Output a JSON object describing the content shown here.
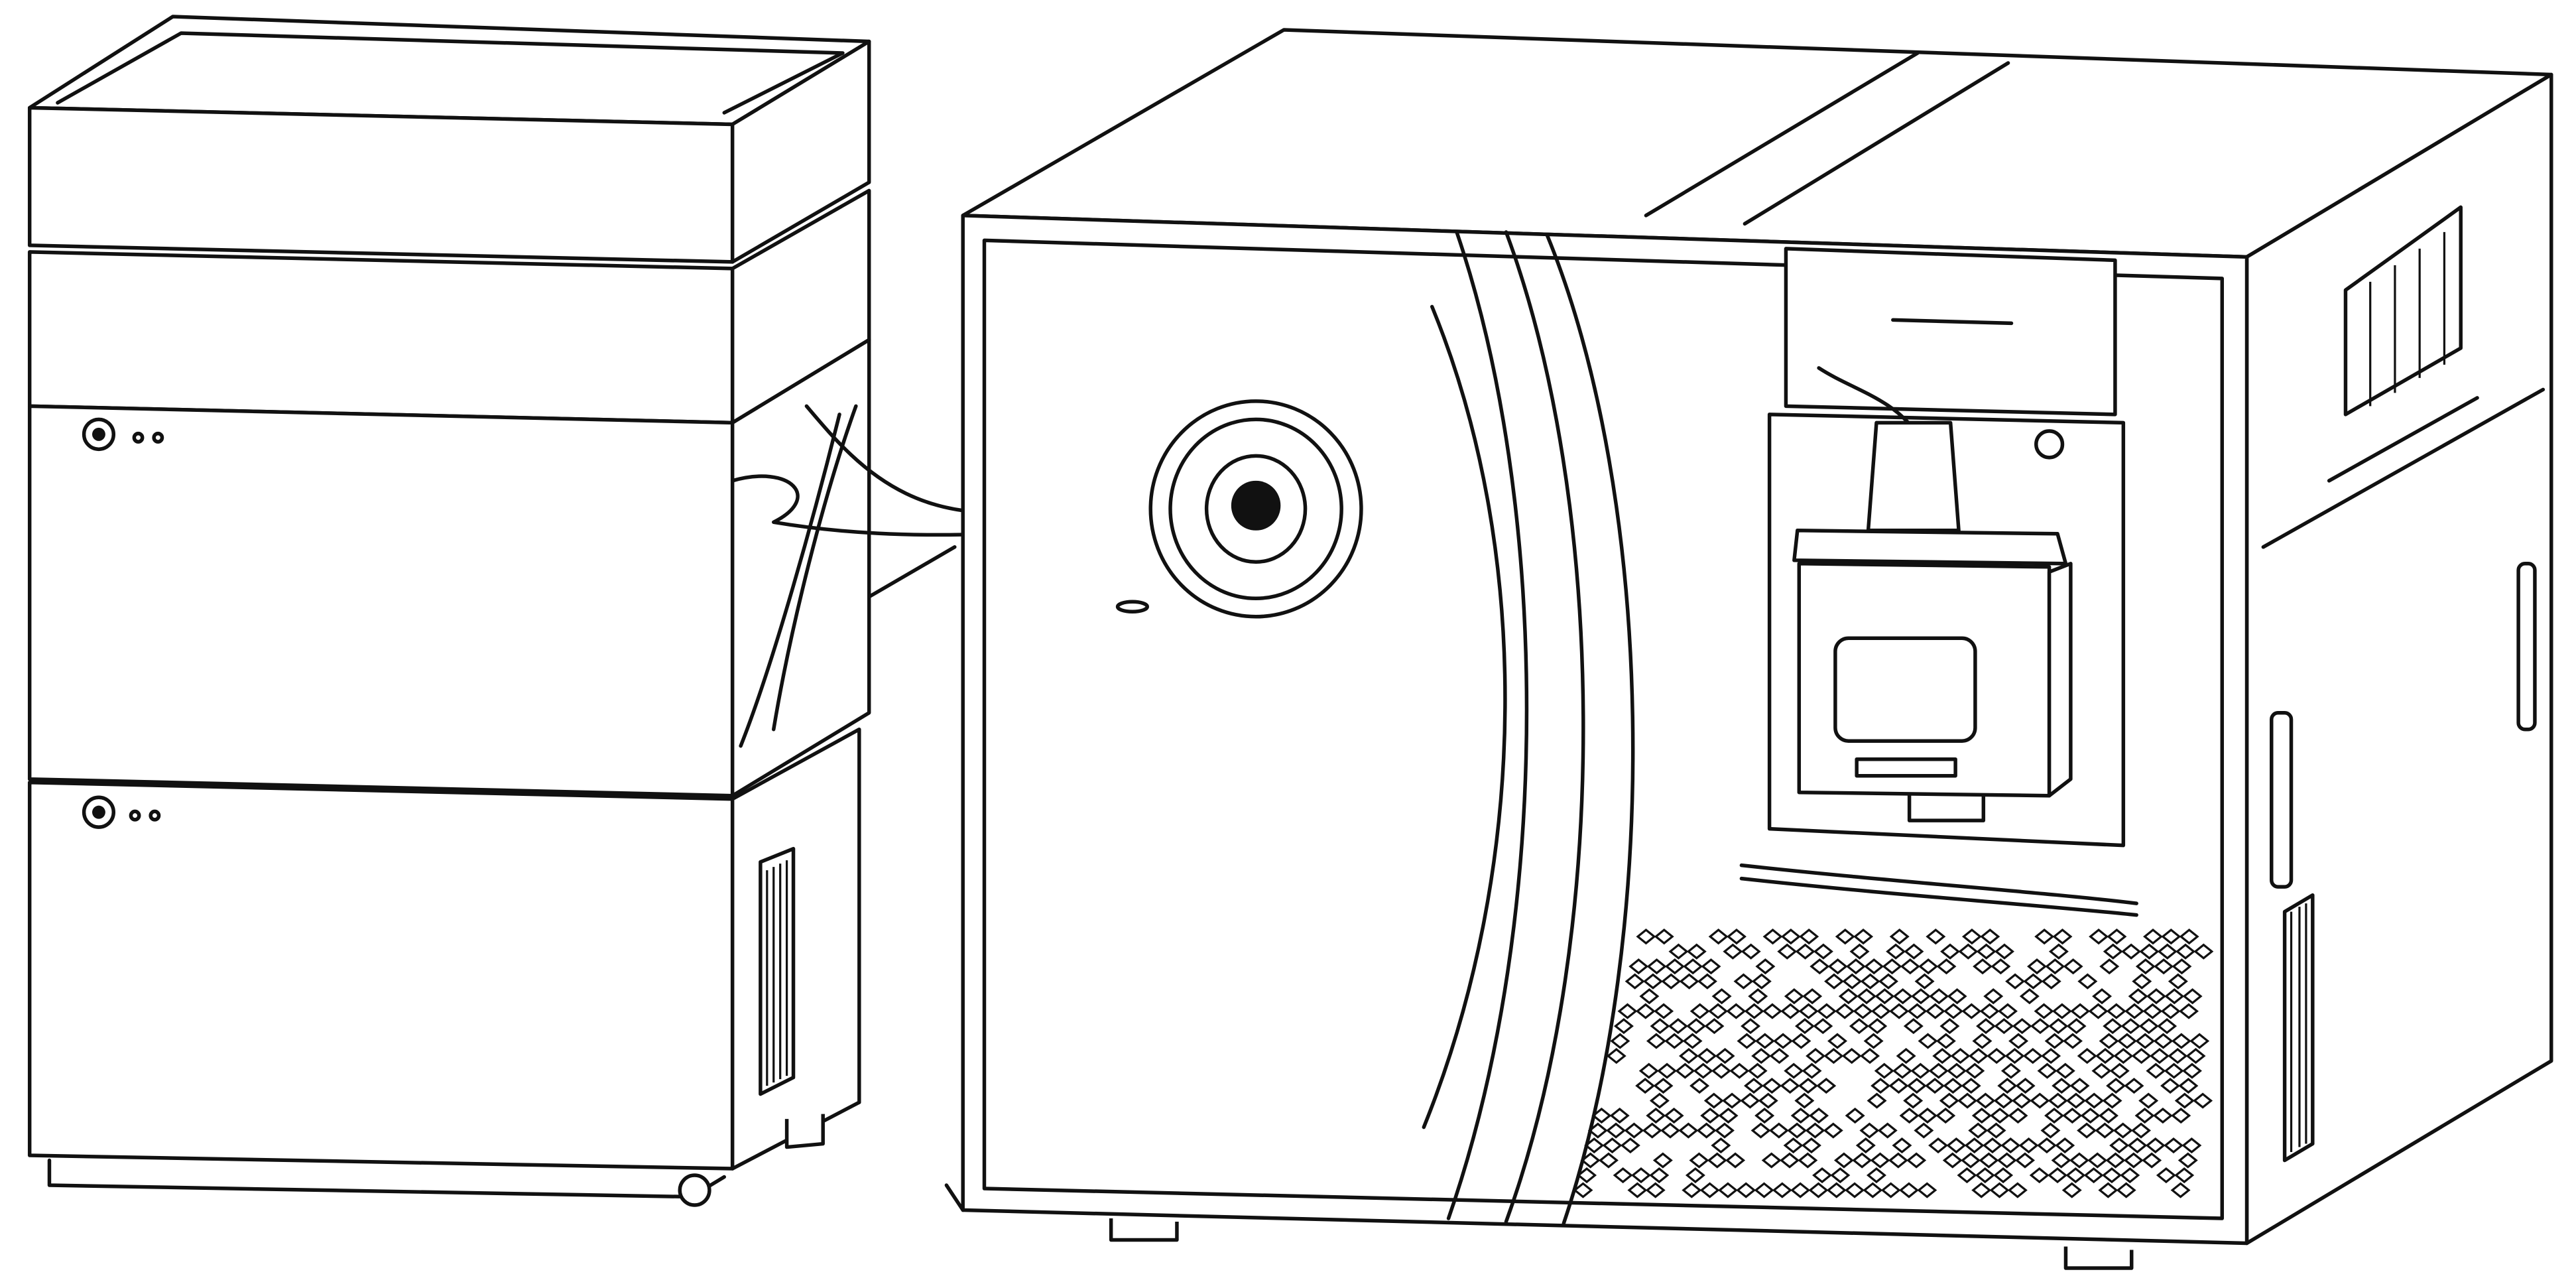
{
  "figure": {
    "type": "line-drawing",
    "subject_components": [
      "solvent-tray",
      "pump-module",
      "autosampler-module",
      "column-module",
      "mass-spectrometer",
      "ion-source",
      "transfer-tubing",
      "vent-grille"
    ]
  },
  "colors": {
    "line": "#111111",
    "background": "#ffffff"
  }
}
